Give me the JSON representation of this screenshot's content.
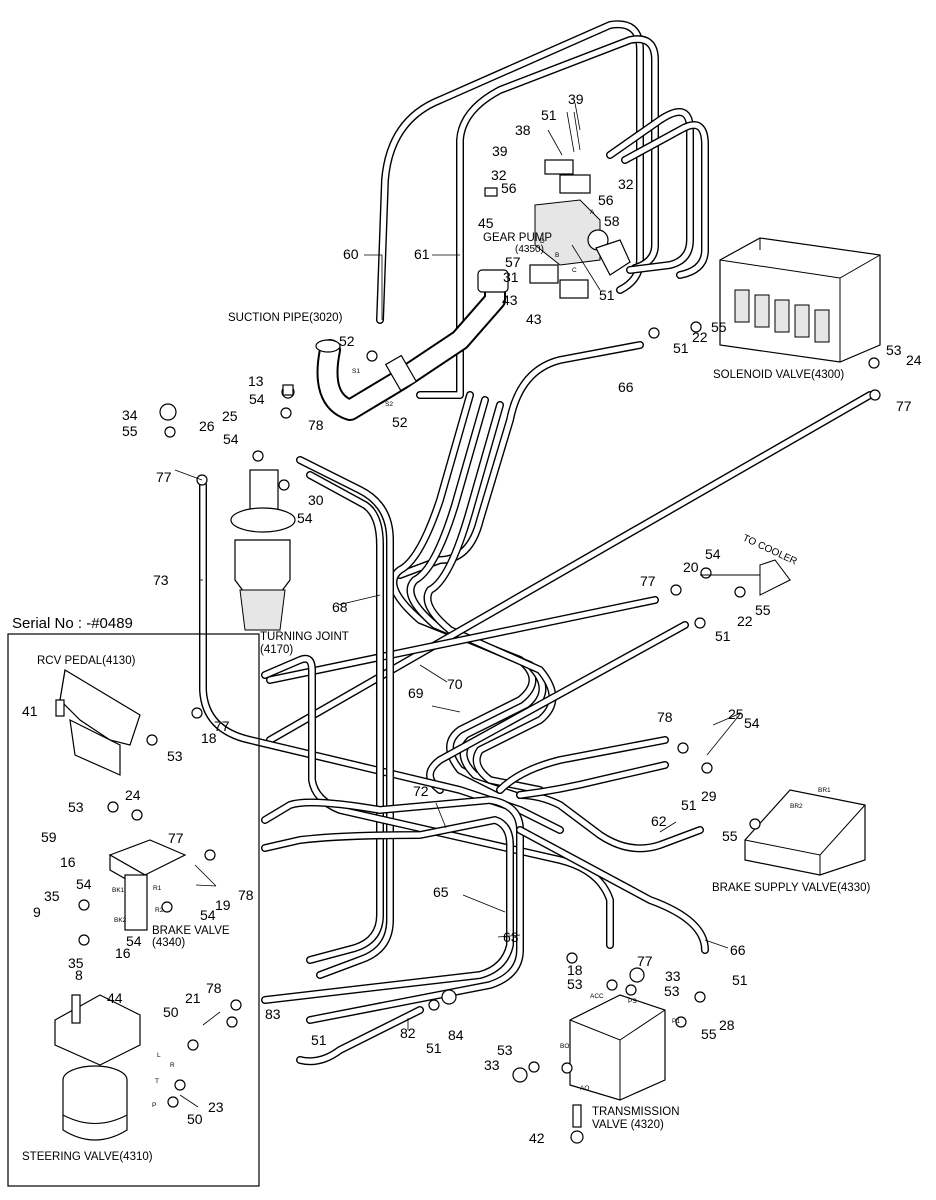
{
  "serial_note": "Serial No : -#0489",
  "components": {
    "gear_pump": [
      "GEAR PUMP",
      "(4350)"
    ],
    "suction_pipe": "SUCTION PIPE(3020)",
    "solenoid_valve": "SOLENOID VALVE(4300)",
    "turning_joint": [
      "TURNING JOINT",
      "(4170)"
    ],
    "rcv_pedal": "RCV PEDAL(4130)",
    "brake_valve": [
      "BRAKE VALVE",
      "(4340)"
    ],
    "brake_supply_valve": "BRAKE SUPPLY VALVE(4330)",
    "transmission_valve": [
      "TRANSMISSION",
      "VALVE (4320)"
    ],
    "steering_valve": "STEERING VALVE(4310)",
    "to_cooler": "TO COOLER"
  },
  "port_marks": {
    "s1": "S1",
    "s2": "S2",
    "a": "A",
    "b": "B",
    "c": "C",
    "d": "D",
    "pb": "P1",
    "ps": "PS",
    "br1": "BR1",
    "br2": "BR2",
    "acc": "ACC",
    "ao": "AO",
    "bo": "BO",
    "l": "L",
    "r": "R",
    "t": "T",
    "p": "P",
    "bk1": "BK1",
    "bk2": "BK2",
    "r1": "R1",
    "r2": "R2"
  },
  "callouts": [
    "60",
    "61",
    "51",
    "39",
    "38",
    "39",
    "32",
    "32",
    "56",
    "56",
    "45",
    "58",
    "57",
    "31",
    "51",
    "43",
    "43",
    "52",
    "52",
    "13",
    "54",
    "34",
    "55",
    "25",
    "78",
    "26",
    "54",
    "30",
    "54",
    "77",
    "73",
    "68",
    "22",
    "51",
    "55",
    "53",
    "24",
    "66",
    "77",
    "20",
    "54",
    "55",
    "22",
    "51",
    "77",
    "70",
    "69",
    "41",
    "18",
    "77",
    "53",
    "53",
    "24",
    "77",
    "59",
    "16",
    "54",
    "35",
    "9",
    "16",
    "35",
    "54",
    "8",
    "19",
    "78",
    "54",
    "78",
    "25",
    "54",
    "72",
    "62",
    "51",
    "29",
    "55",
    "65",
    "63",
    "66",
    "51",
    "77",
    "18",
    "53",
    "33",
    "53",
    "28",
    "55",
    "44",
    "21",
    "78",
    "50",
    "83",
    "51",
    "82",
    "51",
    "84",
    "23",
    "50",
    "53",
    "33",
    "42"
  ]
}
